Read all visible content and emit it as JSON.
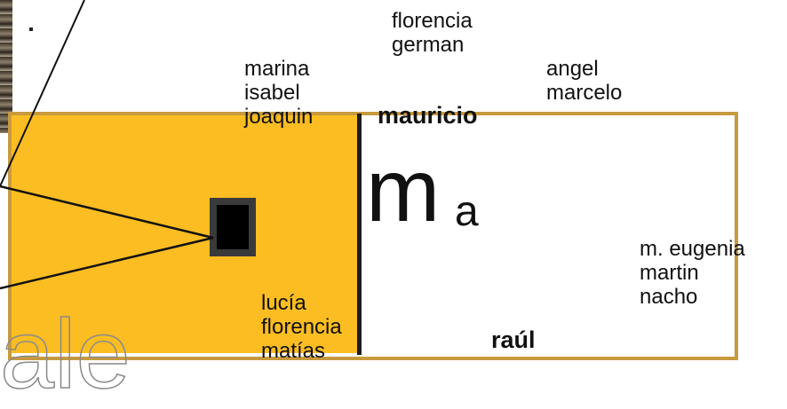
{
  "groups": {
    "top_center": "florencia\ngerman",
    "top_left": "marina\nisabel\njoaquin",
    "top_right": "angel\nmarcelo",
    "bottom_right": "m. eugenia\nmartin\nnacho",
    "bottom_left": "lucía\nflorencia\nmatías"
  },
  "bold_names": {
    "top": "mauricio",
    "bottom": "raúl"
  },
  "large_letters": {
    "m": "m",
    "a": "a"
  },
  "background_text": "ale",
  "colors": {
    "panel": "#fbbd22",
    "frame": "#c89a3e",
    "square": "#000000"
  }
}
